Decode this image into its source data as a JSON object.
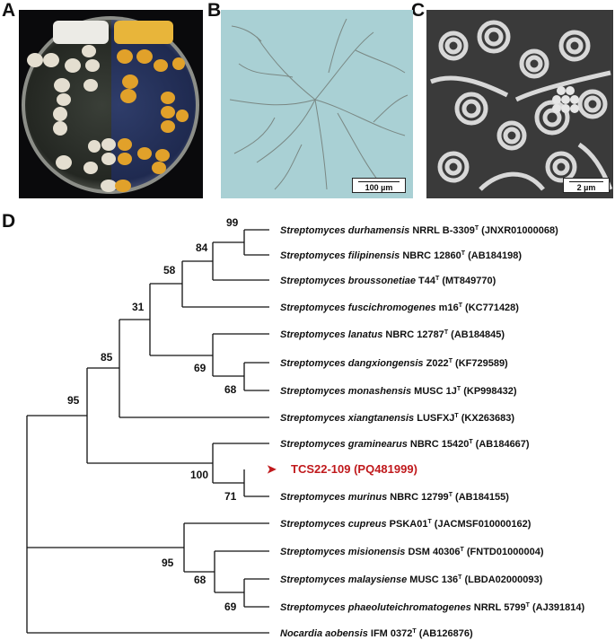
{
  "panels": {
    "a": {
      "letter": "A"
    },
    "b": {
      "letter": "B",
      "scale_bar": "100 µm"
    },
    "c": {
      "letter": "C",
      "scale_bar": "2 µm"
    },
    "d": {
      "letter": "D"
    }
  },
  "tree": {
    "leaves": [
      {
        "id": "t1",
        "genus": "Streptomyces",
        "species": "durhamensis",
        "strain": "NRRL B-3309",
        "type_strain": true,
        "accession": "(JNXR01000068)"
      },
      {
        "id": "t2",
        "genus": "Streptomyces",
        "species": "filipinensis",
        "strain": "NBRC 12860",
        "type_strain": true,
        "accession": "(AB184198)"
      },
      {
        "id": "t3",
        "genus": "Streptomyces",
        "species": "broussonetiae",
        "strain": "T44",
        "type_strain": true,
        "accession": "(MT849770)"
      },
      {
        "id": "t4",
        "genus": "Streptomyces",
        "species": "fuscichromogenes",
        "strain": "m16",
        "type_strain": true,
        "accession": "(KC771428)"
      },
      {
        "id": "t5",
        "genus": "Streptomyces",
        "species": "lanatus",
        "strain": "NBRC 12787",
        "type_strain": true,
        "accession": "(AB184845)"
      },
      {
        "id": "t6",
        "genus": "Streptomyces",
        "species": "dangxiongensis",
        "strain": "Z022",
        "type_strain": true,
        "accession": "(KF729589)"
      },
      {
        "id": "t7",
        "genus": "Streptomyces",
        "species": "monashensis",
        "strain": "MUSC 1J",
        "type_strain": true,
        "accession": "(KP998432)"
      },
      {
        "id": "t8",
        "genus": "Streptomyces",
        "species": "xiangtanensis",
        "strain": "LUSFXJ",
        "type_strain": true,
        "accession": "(KX263683)"
      },
      {
        "id": "t9",
        "genus": "Streptomyces",
        "species": "graminearus",
        "strain": "NBRC 15420",
        "type_strain": true,
        "accession": "(AB184667)"
      },
      {
        "id": "t10",
        "highlight": true,
        "label": "TCS22-109 (PQ481999)",
        "color": "#c0191c"
      },
      {
        "id": "t11",
        "genus": "Streptomyces",
        "species": "murinus",
        "strain": "NBRC 12799",
        "type_strain": true,
        "accession": "(AB184155)"
      },
      {
        "id": "t12",
        "genus": "Streptomyces",
        "species": "cupreus",
        "strain": "PSKA01",
        "type_strain": true,
        "accession": "(JACMSF010000162)"
      },
      {
        "id": "t13",
        "genus": "Streptomyces",
        "species": "misionensis",
        "strain": "DSM 40306",
        "type_strain": true,
        "accession": "(FNTD01000004)"
      },
      {
        "id": "t14",
        "genus": "Streptomyces",
        "species": "malaysiense",
        "strain": "MUSC 136",
        "type_strain": true,
        "accession": "(LBDA02000093)"
      },
      {
        "id": "t15",
        "genus": "Streptomyces",
        "species": "phaeoluteichromatogenes",
        "strain": "NRRL 5799",
        "type_strain": true,
        "accession": "(AJ391814)"
      },
      {
        "id": "t16",
        "genus": "Nocardia",
        "species": "aobensis",
        "strain": "IFM 0372",
        "type_strain": true,
        "accession": "(AB126876)"
      }
    ],
    "type_strain_mark": "T",
    "bootstrap_values": [
      "99",
      "84",
      "58",
      "31",
      "69",
      "68",
      "85",
      "95",
      "100",
      "71",
      "95",
      "68",
      "69"
    ]
  },
  "colors": {
    "highlight": "#c0191c",
    "text": "#111111",
    "branch": "#111111"
  }
}
